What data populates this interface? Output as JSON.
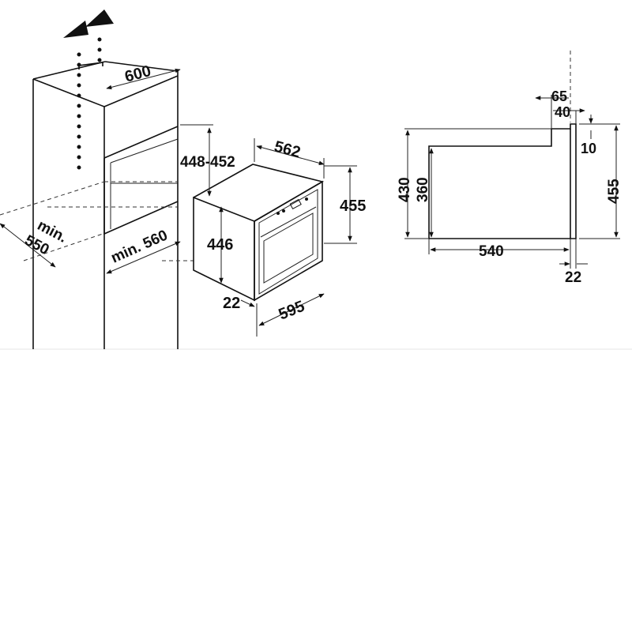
{
  "dims": {
    "cabinet_width": "600",
    "recess_height": "448-452",
    "min_depth": "min.\n550",
    "min_depth_line1": "min.",
    "min_depth_line2": "550",
    "min_width": "min. 560",
    "oven_depth": "562",
    "oven_height": "455",
    "oven_body_height": "446",
    "front_panel": "22",
    "oven_width": "595",
    "side_65": "65",
    "side_40": "40",
    "side_10": "10",
    "side_430": "430",
    "side_360": "360",
    "side_455": "455",
    "side_540": "540",
    "side_22": "22"
  },
  "colors": {
    "line": "#111111",
    "background": "#ffffff"
  },
  "icons": {
    "airflow": "airflow-arrows-icon"
  }
}
